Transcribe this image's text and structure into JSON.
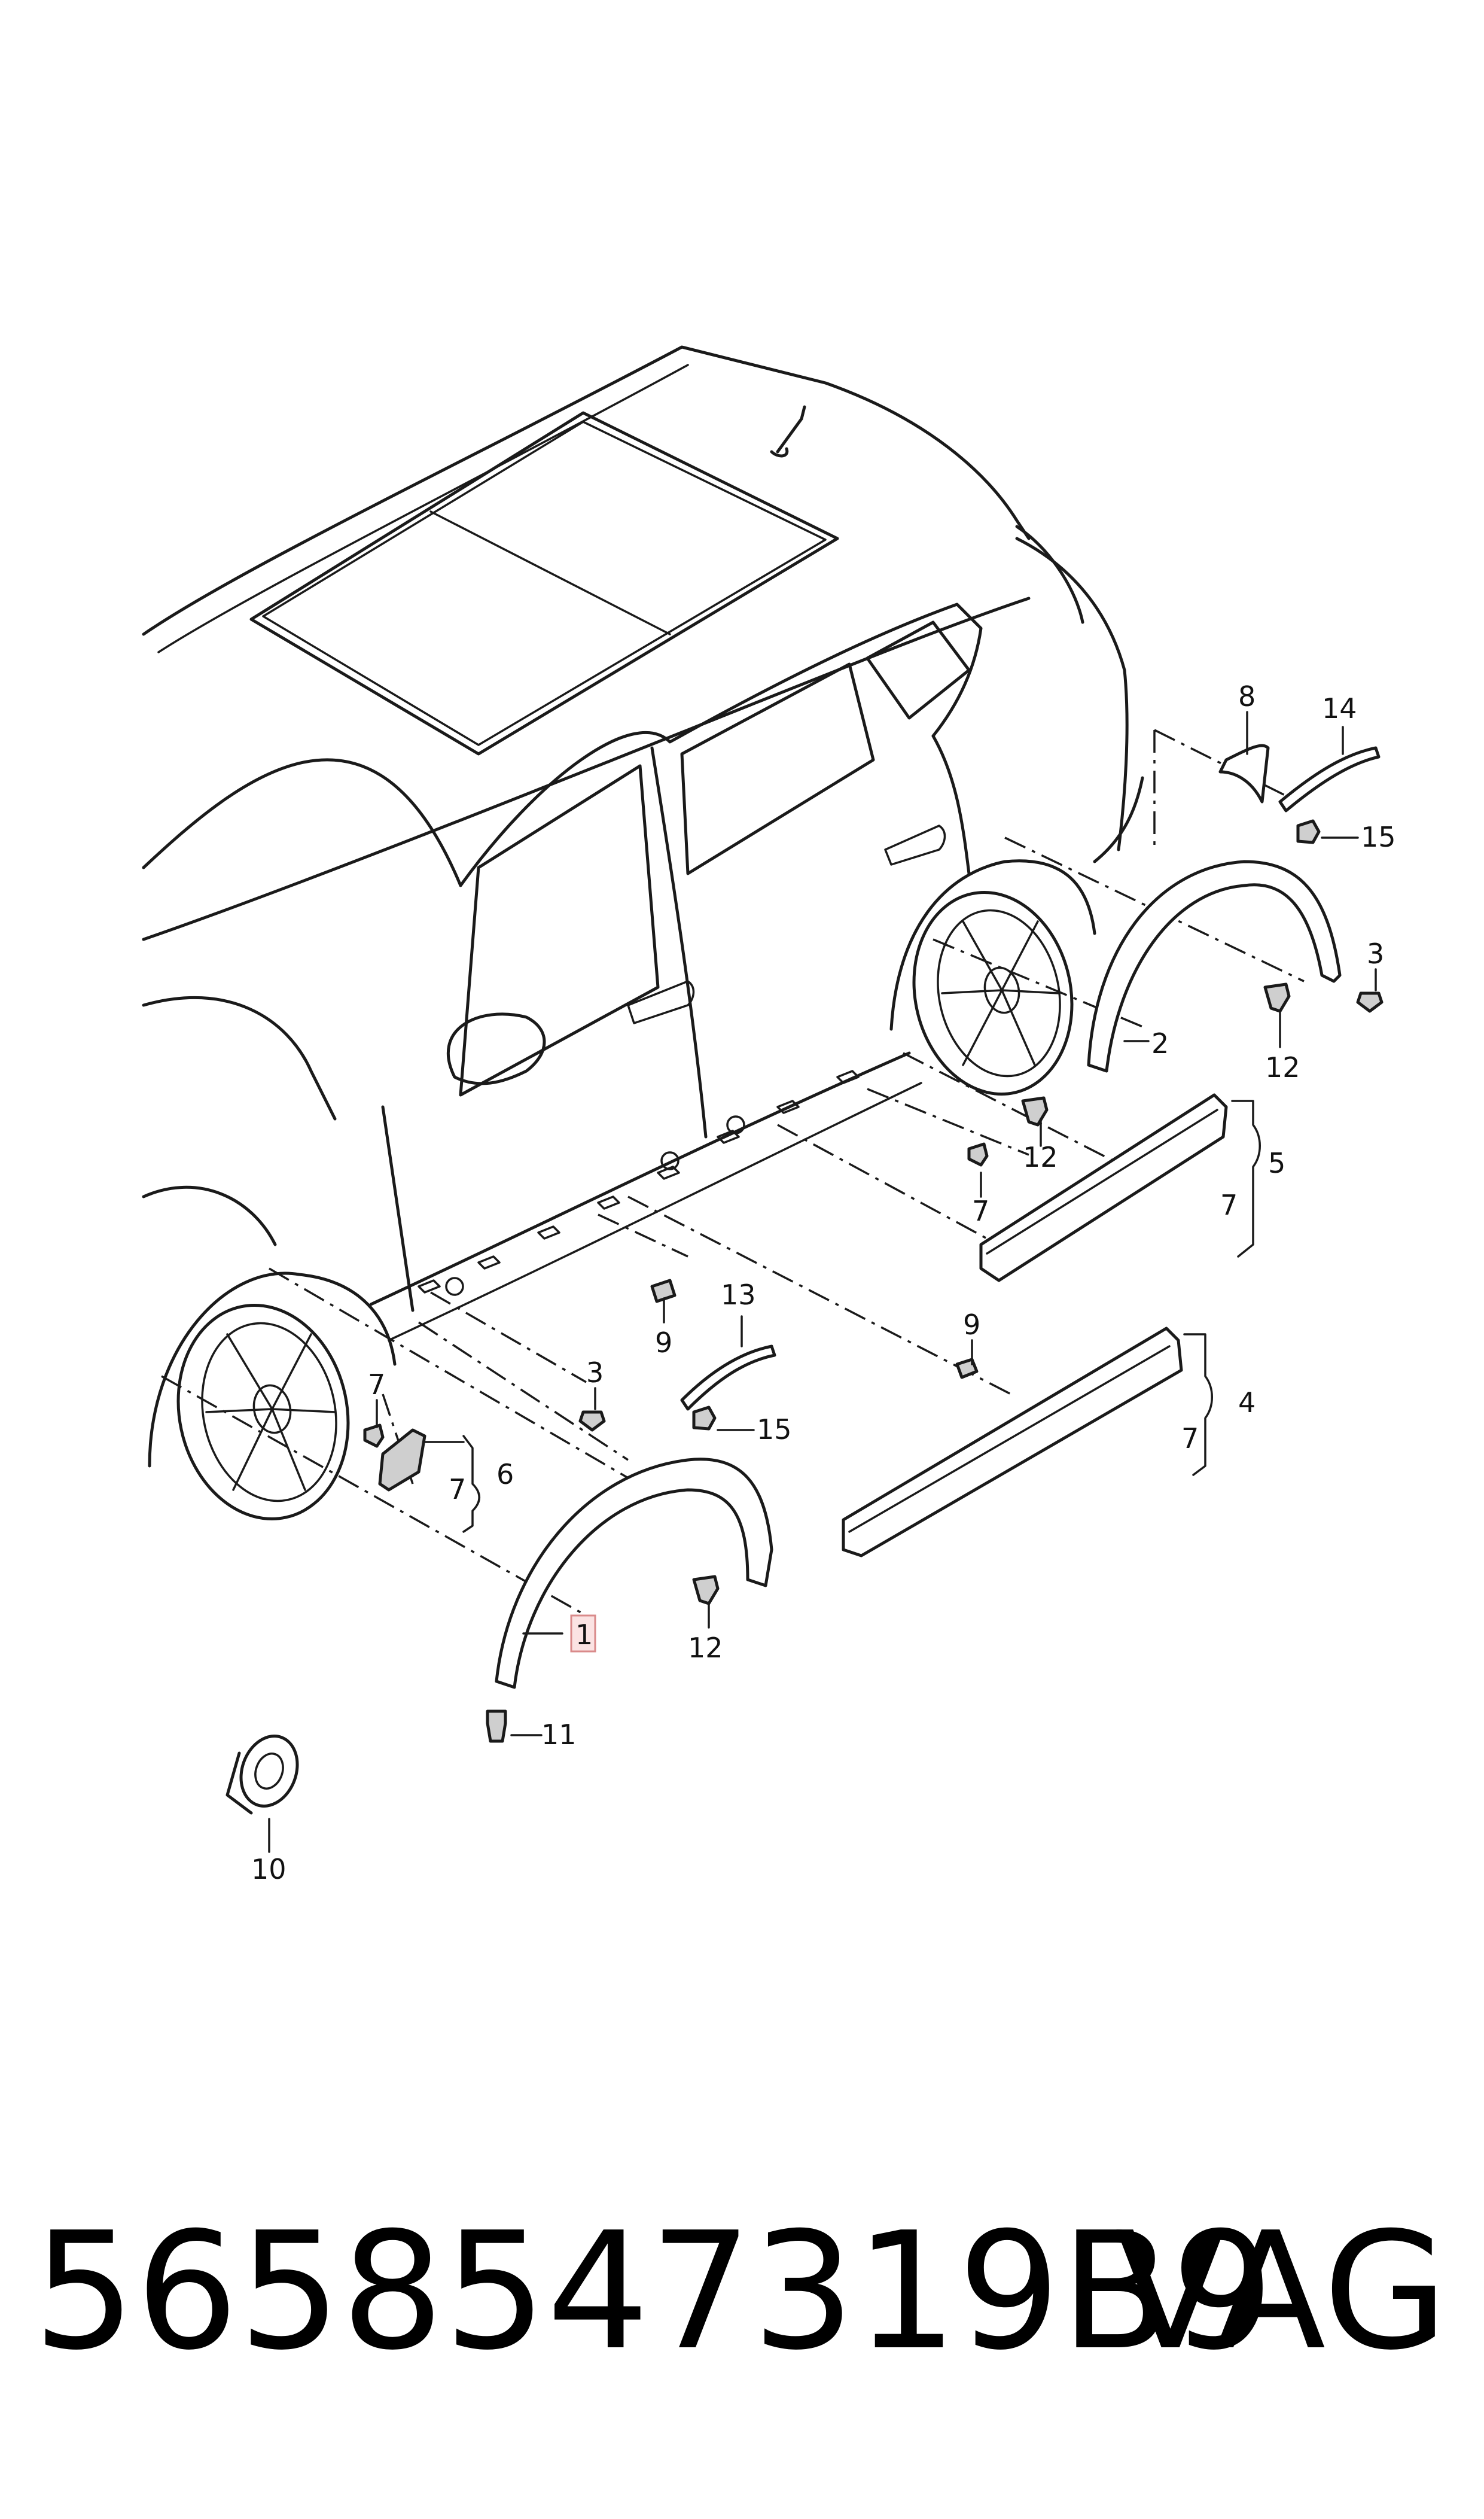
{
  "footer": {
    "part_number": "5658547319B9",
    "brand": "VAG"
  },
  "callouts": [
    {
      "id": "c1",
      "text": "1",
      "highlighted": true
    },
    {
      "id": "c2",
      "text": "2"
    },
    {
      "id": "c3a",
      "text": "3"
    },
    {
      "id": "c3b",
      "text": "3"
    },
    {
      "id": "c4",
      "text": "4"
    },
    {
      "id": "c5",
      "text": "5"
    },
    {
      "id": "c6",
      "text": "6"
    },
    {
      "id": "c7a",
      "text": "7"
    },
    {
      "id": "c7b",
      "text": "7"
    },
    {
      "id": "c7c",
      "text": "7"
    },
    {
      "id": "c7d",
      "text": "7"
    },
    {
      "id": "c7e",
      "text": "7"
    },
    {
      "id": "c8",
      "text": "8"
    },
    {
      "id": "c9a",
      "text": "9"
    },
    {
      "id": "c9b",
      "text": "9"
    },
    {
      "id": "c10",
      "text": "10"
    },
    {
      "id": "c11",
      "text": "11"
    },
    {
      "id": "c12a",
      "text": "12"
    },
    {
      "id": "c12b",
      "text": "12"
    },
    {
      "id": "c12c",
      "text": "12"
    },
    {
      "id": "c13",
      "text": "13"
    },
    {
      "id": "c14",
      "text": "14"
    },
    {
      "id": "c15a",
      "text": "15"
    },
    {
      "id": "c15b",
      "text": "15"
    }
  ],
  "colors": {
    "line": "#1a1a1a",
    "highlight_fill": "#fbe3e3",
    "highlight_border": "#d98a8a"
  }
}
